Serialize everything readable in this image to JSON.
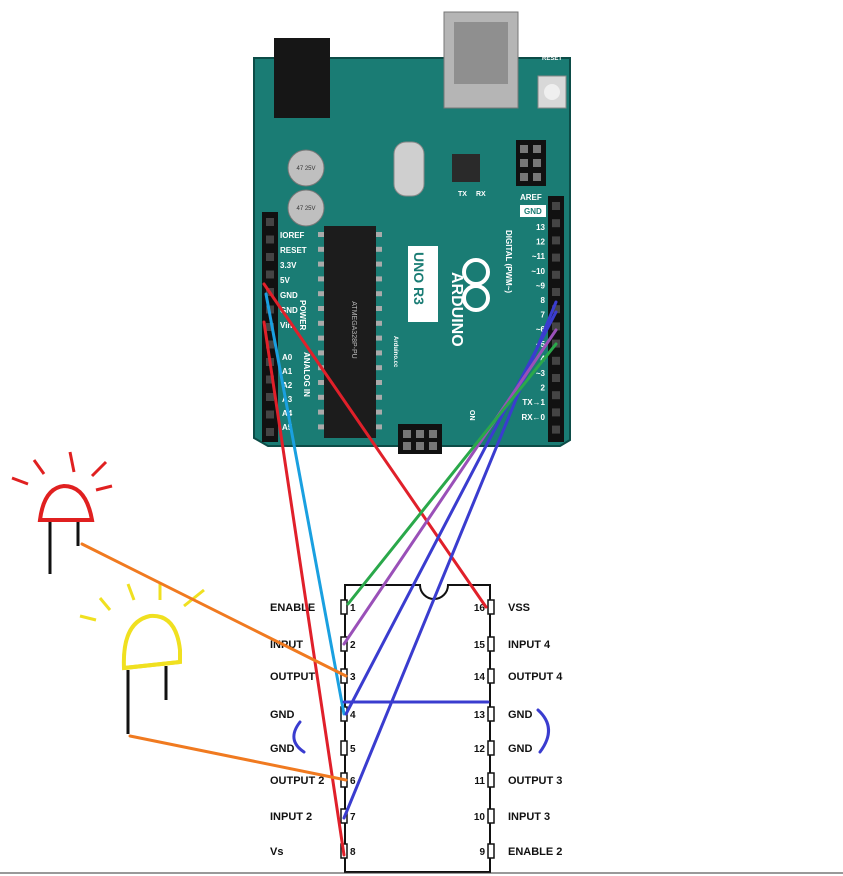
{
  "board": {
    "brand": "ARDUINO",
    "model": "UNO R3",
    "reset": "RESET",
    "aref": "AREF",
    "gnd": "GND",
    "digital_header": "DIGITAL (PWM~)",
    "power_header": "POWER",
    "analog_header": "ANALOG IN",
    "icsp": "ICSP",
    "on": "ON",
    "tx": "TX",
    "rx": "RX",
    "cap1": "47 25V",
    "cap2": "47 25V",
    "ref": "Arduino.cc",
    "mcu": "ATMEGA328P-PU",
    "power_pins": [
      "IOREF",
      "RESET",
      "3.3V",
      "5V",
      "GND",
      "GND",
      "Vin"
    ],
    "analog_pins": [
      "A0",
      "A1",
      "A2",
      "A3",
      "A4",
      "A5"
    ],
    "digital_pins": [
      "13",
      "12",
      "~11",
      "~10",
      "~9",
      "8",
      "7",
      "~6",
      "~5",
      "4",
      "~3",
      "2",
      "TX→1",
      "RX←0"
    ]
  },
  "chip": {
    "left_pins": [
      {
        "num": "1",
        "label": "ENABLE"
      },
      {
        "num": "2",
        "label": "INPUT"
      },
      {
        "num": "3",
        "label": "OUTPUT"
      },
      {
        "num": "4",
        "label": "GND"
      },
      {
        "num": "5",
        "label": "GND"
      },
      {
        "num": "6",
        "label": "OUTPUT 2"
      },
      {
        "num": "7",
        "label": "INPUT 2"
      },
      {
        "num": "8",
        "label": "Vs"
      }
    ],
    "right_pins": [
      {
        "num": "16",
        "label": "VSS"
      },
      {
        "num": "15",
        "label": "INPUT 4"
      },
      {
        "num": "14",
        "label": "OUTPUT 4"
      },
      {
        "num": "13",
        "label": "GND"
      },
      {
        "num": "12",
        "label": "GND"
      },
      {
        "num": "11",
        "label": "OUTPUT 3"
      },
      {
        "num": "10",
        "label": "INPUT 3"
      },
      {
        "num": "9",
        "label": "ENABLE 2"
      }
    ]
  },
  "colors": {
    "board": "#1a7c74",
    "board_dark": "#0f5c56",
    "red_wire": "#e0202a",
    "blue_wire": "#3a3ccf",
    "cyan_wire": "#1aa0e0",
    "green_wire": "#2aa84a",
    "purple_wire": "#9a50b8",
    "orange_wire": "#f07a20",
    "led_red": "#e02020",
    "led_yellow": "#f0e020"
  }
}
